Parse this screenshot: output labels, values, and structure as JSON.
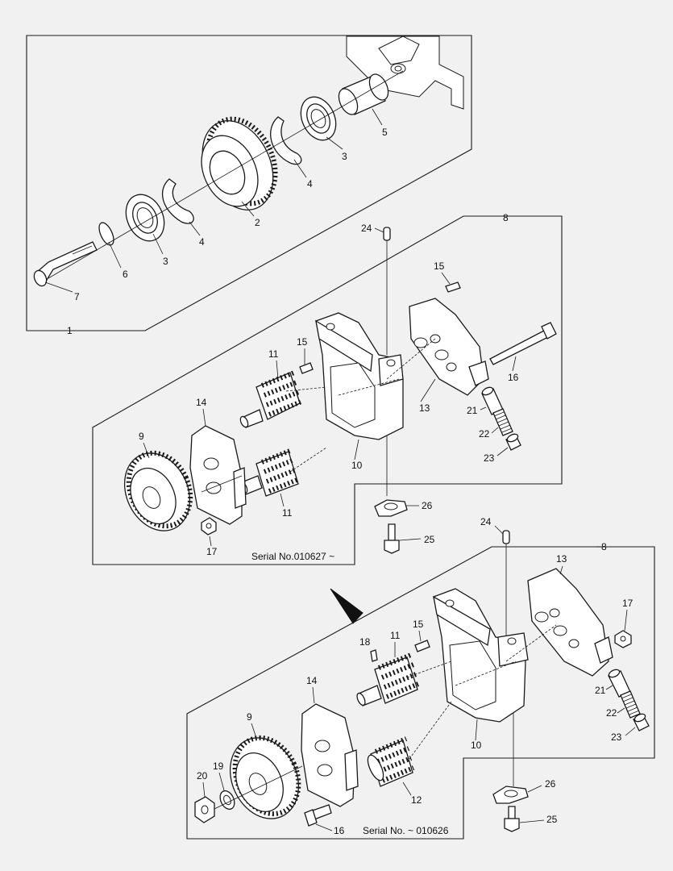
{
  "labels": {
    "l1": "1",
    "l2": "2",
    "l3a": "3",
    "l3b": "3",
    "l4a": "4",
    "l4b": "4",
    "l5": "5",
    "l6": "6",
    "l7": "7",
    "u8": "8",
    "u9": "9",
    "u10": "10",
    "u11a": "11",
    "u11b": "11",
    "u13": "13",
    "u14": "14",
    "u15a": "15",
    "u15b": "15",
    "u16": "16",
    "u17": "17",
    "u21": "21",
    "u22": "22",
    "u23": "23",
    "u24": "24",
    "u25": "25",
    "u26": "26",
    "d8": "8",
    "d9": "9",
    "d10": "10",
    "d11": "11",
    "d12": "12",
    "d13": "13",
    "d14": "14",
    "d15": "15",
    "d16": "16",
    "d17": "17",
    "d18": "18",
    "d19": "19",
    "d20": "20",
    "d21": "21",
    "d22": "22",
    "d23": "23",
    "d24": "24",
    "d25": "25",
    "d26": "26"
  },
  "serials": {
    "upper": "Serial No.010627 ~",
    "lower": "Serial No. ~ 010626"
  }
}
